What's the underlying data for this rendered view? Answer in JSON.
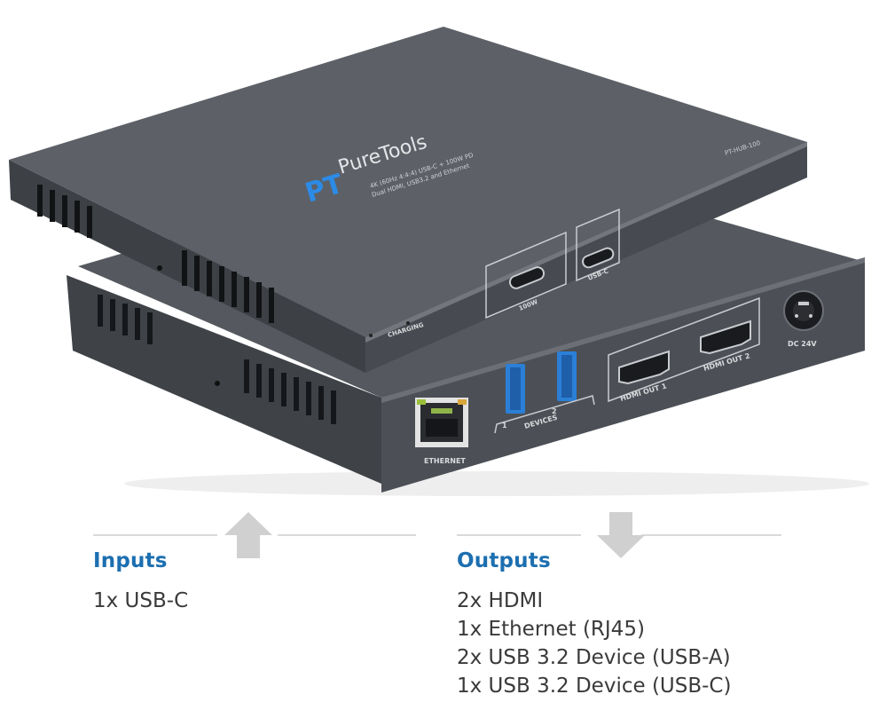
{
  "product": {
    "brand": "PureTools",
    "logo_mark": "PT",
    "model": "PT-HUB-100",
    "spec_line_1": "4K (60Hz 4:4:4) USB-C + 100W PD",
    "spec_line_2": "Dual HDMI, USB3.2 and Ethernet",
    "labels": {
      "charging": "CHARGING",
      "pd": "100W",
      "usbc": "USB-C",
      "ethernet": "ETHERNET",
      "devices": "DEVICES",
      "usb_port_1": "1",
      "usb_port_2": "2",
      "hdmi_out_1": "HDMI OUT 1",
      "hdmi_out_2": "HDMI OUT 2",
      "dc": "DC 24V"
    },
    "colors": {
      "chassis_top": "#5d6167",
      "chassis_front": "#4a4e54",
      "usb_blue": "#2b7fd6",
      "brand_blue": "#2c8be6"
    }
  },
  "inputs": {
    "title": "Inputs",
    "icon": "arrow-up-icon",
    "items": [
      "1x USB-C"
    ]
  },
  "outputs": {
    "title": "Outputs",
    "icon": "arrow-down-icon",
    "items": [
      "2x HDMI",
      "1x Ethernet (RJ45)",
      "2x USB 3.2 Device (USB-A)",
      "1x USB 3.2 Device (USB-C)"
    ]
  }
}
